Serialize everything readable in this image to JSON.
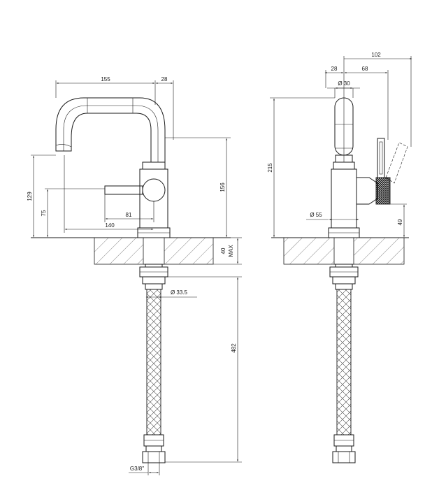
{
  "front_view": {
    "dimensions": {
      "spout_reach": "155",
      "spout_top_width": "28",
      "spout_height": "156",
      "outlet_height": "129",
      "lever_height": "75",
      "lever_length": "81",
      "base_to_outlet": "140",
      "deck_thickness": "40",
      "deck_max_label": "MAX",
      "shank_diameter": "Ø 33.5",
      "hose_length": "482",
      "connection": "G3/8\""
    }
  },
  "side_view": {
    "dimensions": {
      "overall_depth": "102",
      "body_depth": "28",
      "lever_reach": "68",
      "spout_diameter": "Ø 30",
      "overall_height": "215",
      "base_diameter": "Ø 55",
      "lever_height": "49"
    }
  }
}
